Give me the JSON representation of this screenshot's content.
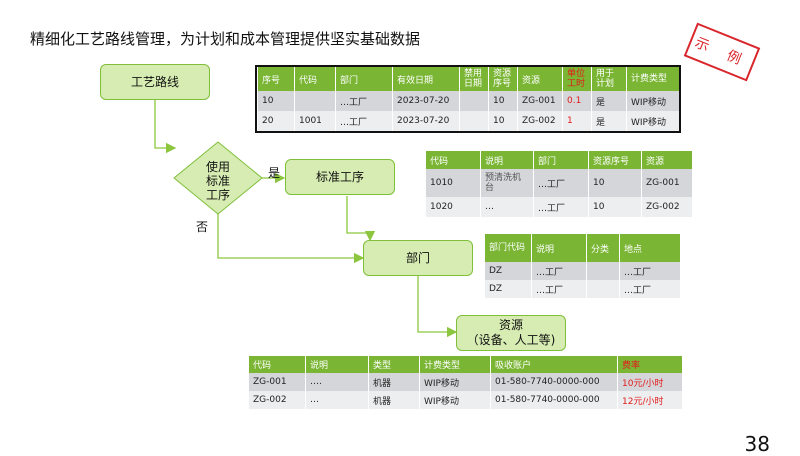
{
  "title": "精细化工艺路线管理，为计划和成本管理提供坚实基础数据",
  "stamp": "示 例",
  "page_number": "38",
  "flow": {
    "routing": "工艺路线",
    "decision": "使用\n标准\n工序",
    "yes_label": "是",
    "no_label": "否",
    "standard_op": "标准工序",
    "department": "部门",
    "resource": "资源\n（设备、人工等)"
  },
  "routing_table": {
    "headers": [
      "序号",
      "代码",
      "部门",
      "有效日期",
      "禁用日期",
      "资源序号",
      "资源",
      "单位工时",
      "用于计划",
      "计费类型"
    ],
    "rows": [
      [
        "10",
        "",
        "…工厂",
        "2023-07-20",
        "",
        "10",
        "ZG-001",
        "0.1",
        "是",
        "WIP移动"
      ],
      [
        "20",
        "1001",
        "…工厂",
        "2023-07-20",
        "",
        "10",
        "ZG-002",
        "1",
        "是",
        "WIP移动"
      ]
    ]
  },
  "op_table": {
    "headers": [
      "代码",
      "说明",
      "部门",
      "资源序号",
      "资源"
    ],
    "rows": [
      [
        "1010",
        "预清洗机台",
        "…工厂",
        "10",
        "ZG-001"
      ],
      [
        "1020",
        "…",
        "…工厂",
        "10",
        "ZG-002"
      ]
    ]
  },
  "dept_table": {
    "headers": [
      "部门代码",
      "说明",
      "分类",
      "地点"
    ],
    "rows": [
      [
        "DZ",
        "…工厂",
        "",
        "…工厂"
      ],
      [
        "DZ",
        "…工厂",
        "",
        "…工厂"
      ]
    ]
  },
  "res_table": {
    "headers": [
      "代码",
      "说明",
      "类型",
      "计费类型",
      "吸收账户",
      "费率"
    ],
    "rows": [
      [
        "ZG-001",
        "….",
        "机器",
        "WIP移动",
        "01-580-7740-0000-000",
        "10元/小时"
      ],
      [
        "ZG-002",
        "…",
        "机器",
        "WIP移动",
        "01-580-7740-0000-000",
        "12元/小时"
      ]
    ]
  },
  "colors": {
    "accent": "#7ab534",
    "node_fill": "#d6ecb2",
    "highlight": "#e31b1b"
  }
}
